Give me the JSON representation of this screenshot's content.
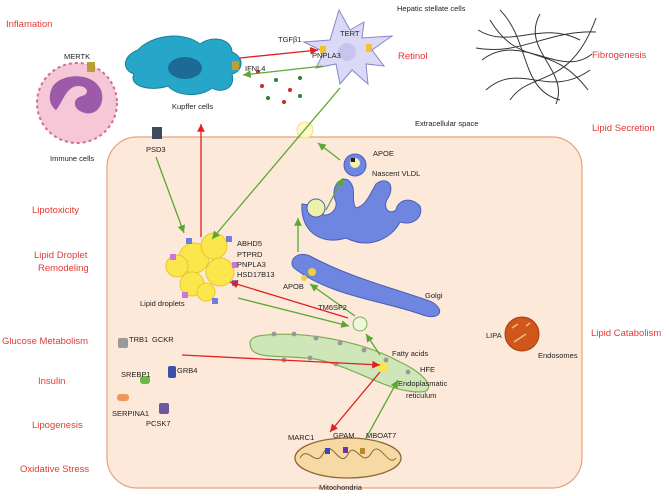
{
  "colors": {
    "process_red": "#e53935",
    "cell_fill": "#fde9d9",
    "cell_border": "#e8a27a",
    "organelle_blue": "#6f86e0",
    "er_green": "#cfe6b8",
    "arrow_green": "#5aa832",
    "arrow_red": "#e02020"
  },
  "left_labels": {
    "inflammation": "Inflamation",
    "lipotoxicity": "Lipotoxicity",
    "lipid_droplet_1": "Lipid Droplet",
    "lipid_droplet_2": "Remodeling",
    "glucose": "Glucose Metabolism",
    "insulin": "Insulin",
    "lipogenesis": "Lipogenesis",
    "oxidative": "Oxidative Stress"
  },
  "right_labels": {
    "fibrogenesis": "Fibrogenesis",
    "lipid_secretion": "Lipid Secretion",
    "lipid_catabolism": "Lipid Catabolism",
    "retinol": "Retinol"
  },
  "cells": {
    "mertk": "MERTK",
    "immune": "Immune cells",
    "kupffer": "Kupffer cells",
    "stellate": "Hepatic stellate cells",
    "tert": "TERT",
    "tgfb1": "TGFβ1",
    "pnpla3": "PNPLA3",
    "ifnl4": "IFNL4",
    "extracellular": "Extracellular space"
  },
  "hepatocyte": {
    "psd3": "PSD3",
    "apoe": "APOE",
    "nascent_vldl": "Nascent VLDL",
    "droplet_genes": [
      "ABHD5",
      "PTPRD",
      "PNPLA3",
      "HSD17B13"
    ],
    "lipid_droplets": "Lipid droplets",
    "apob": "APOB",
    "tm6sf2": "TM6SF2",
    "golgi": "Golgi",
    "lipa": "LIPA",
    "endosomes": "Endosomes",
    "trb1": "TRB1",
    "gckr": "GCKR",
    "srebp1": "SREBP1",
    "grb4": "GRB4",
    "serpina1": "SERPINA1",
    "pcsk7": "PCSK7",
    "fatty_acids": "Fatty acids",
    "hfe": "HFE",
    "er_1": "Endoplasmatic",
    "er_2": "reticulum",
    "marc1": "MARC1",
    "gpam": "GPAM",
    "mboat7": "MBOAT7",
    "mitochondria": "Mitochondria"
  }
}
